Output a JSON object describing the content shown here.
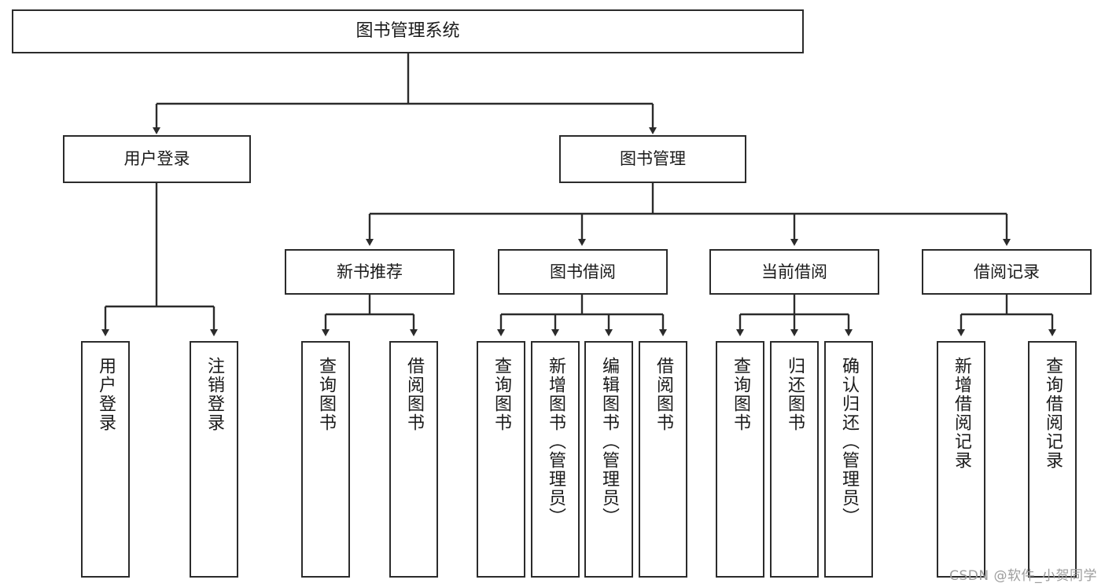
{
  "diagram": {
    "type": "tree",
    "title": "图书管理系统",
    "watermark": "CSDN @软件_小贺同学",
    "colors": {
      "stroke": "#2b2b2b",
      "fill": "#ffffff",
      "text": "#1a1a1a",
      "watermark": "#9d9d9d"
    },
    "nodes": {
      "root": {
        "label": "图书管理系统"
      },
      "level2": [
        {
          "id": "user-login",
          "label": "用户登录"
        },
        {
          "id": "book-manage",
          "label": "图书管理"
        }
      ],
      "level3": [
        {
          "id": "new-book-recommend",
          "label": "新书推荐"
        },
        {
          "id": "book-borrow",
          "label": "图书借阅"
        },
        {
          "id": "current-borrow",
          "label": "当前借阅"
        },
        {
          "id": "borrow-record",
          "label": "借阅记录"
        }
      ],
      "leaves": [
        {
          "id": "leaf-user-login",
          "label": "用户登录",
          "parent": "user-login"
        },
        {
          "id": "leaf-user-logout",
          "label": "注销登录",
          "parent": "user-login"
        },
        {
          "id": "leaf-query-book-1",
          "label": "查询图书",
          "parent": "new-book-recommend"
        },
        {
          "id": "leaf-borrow-book-1",
          "label": "借阅图书",
          "parent": "new-book-recommend"
        },
        {
          "id": "leaf-query-book-2",
          "label": "查询图书",
          "parent": "book-borrow"
        },
        {
          "id": "leaf-add-book",
          "label": "新增图书（管理员）",
          "parent": "book-borrow"
        },
        {
          "id": "leaf-edit-book",
          "label": "编辑图书（管理员）",
          "parent": "book-borrow"
        },
        {
          "id": "leaf-borrow-book-2",
          "label": "借阅图书",
          "parent": "book-borrow"
        },
        {
          "id": "leaf-query-book-3",
          "label": "查询图书",
          "parent": "current-borrow"
        },
        {
          "id": "leaf-return-book",
          "label": "归还图书",
          "parent": "current-borrow"
        },
        {
          "id": "leaf-confirm-return",
          "label": "确认归还（管理员）",
          "parent": "current-borrow"
        },
        {
          "id": "leaf-add-record",
          "label": "新增借阅记录",
          "parent": "borrow-record"
        },
        {
          "id": "leaf-query-record",
          "label": "查询借阅记录",
          "parent": "borrow-record"
        }
      ]
    }
  }
}
